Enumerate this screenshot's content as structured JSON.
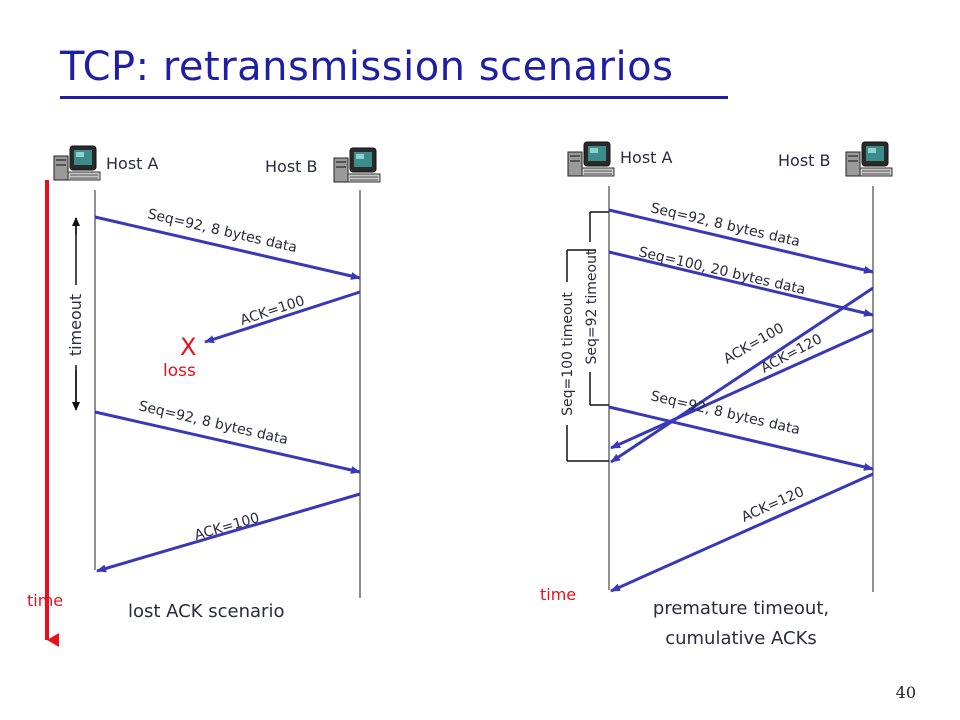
{
  "slide": {
    "title": "TCP: retransmission scenarios",
    "page_number": "40"
  },
  "colors": {
    "title": "#1f1fa3",
    "arrow": "#3838b8",
    "time_axis": "#e8101e",
    "loss": "#e8101e",
    "text": "#2a2a40"
  },
  "left_scenario": {
    "host_a": "Host A",
    "host_b": "Host B",
    "timeout_label": "timeout",
    "msg_seq_1": "Seq=92, 8 bytes data",
    "msg_ack_1": "ACK=100",
    "loss_mark": "X",
    "loss_label": "loss",
    "msg_seq_2": "Seq=92, 8 bytes data",
    "msg_ack_2": "ACK=100",
    "time_label": "time",
    "caption": "lost ACK scenario"
  },
  "right_scenario": {
    "host_a": "Host A",
    "host_b": "Host B",
    "timer_seq92": "Seq=92 timeout",
    "timer_seq100": "Seq=100 timeout",
    "msg_seq_1": "Seq=92, 8 bytes data",
    "msg_seq_2": "Seq=100, 20 bytes data",
    "msg_ack_1": "ACK=100",
    "msg_ack_2": "ACK=120",
    "msg_seq_3": "Seq=92, 8 bytes data",
    "msg_ack_3": "ACK=120",
    "time_label": "time",
    "caption_line1": "premature timeout,",
    "caption_line2": "cumulative ACKs"
  }
}
